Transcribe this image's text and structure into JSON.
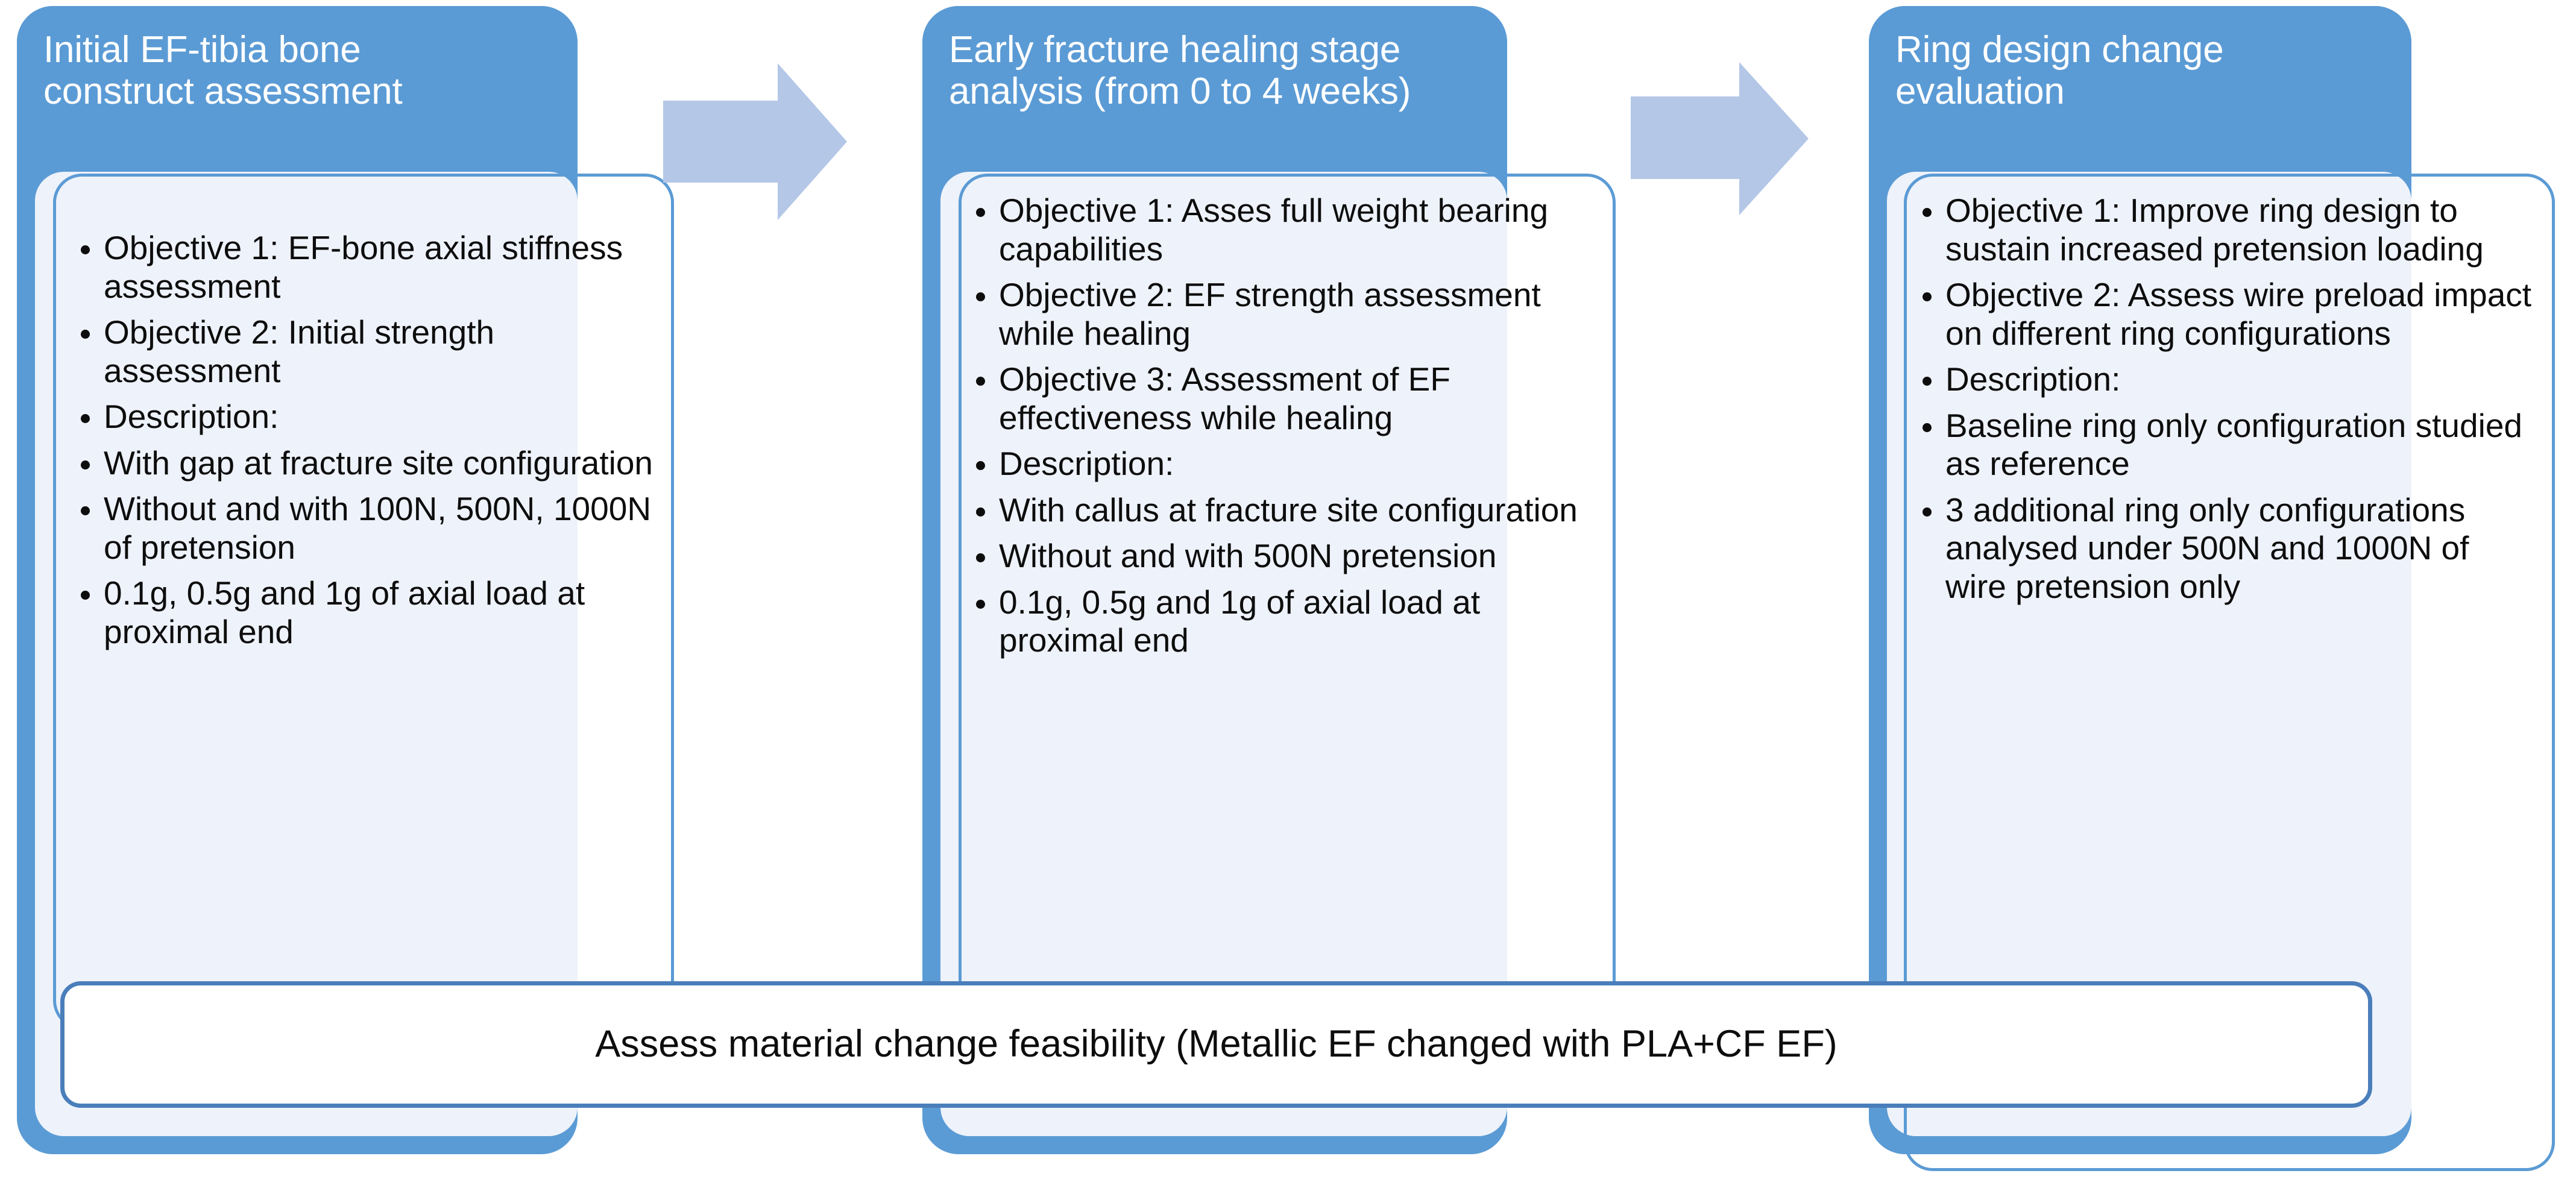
{
  "theme": {
    "header_blue": "#5b9bd5",
    "card_tint": "#eef2fa",
    "card_border": "#5b9bd5",
    "banner_border": "#4a7ebb",
    "arrow_fill": "#b4c7e7",
    "text_color": "#0d0d0d",
    "header_text_color": "#ffffff"
  },
  "columns": [
    {
      "id": "initial-assessment",
      "title": "Initial  EF-tibia bone\nconstruct assessment",
      "bullets": [
        "Objective 1: EF-bone axial stiffness assessment",
        "Objective 2: Initial strength assessment",
        "Description:",
        "With gap at fracture site configuration",
        "Without and with 100N, 500N, 1000N of pretension",
        "0.1g, 0.5g and 1g of axial load at proximal end"
      ]
    },
    {
      "id": "early-healing",
      "title": "Early fracture healing stage\nanalysis (from 0 to 4 weeks)",
      "bullets": [
        "Objective 1: Asses full weight bearing capabilities",
        "Objective 2: EF strength assessment while healing",
        "Objective 3:  Assessment of EF effectiveness while healing",
        "Description:",
        "With callus at fracture site configuration",
        "Without and with 500N pretension",
        "0.1g, 0.5g and 1g of axial load at proximal end"
      ]
    },
    {
      "id": "ring-design",
      "title": "Ring design change\nevaluation",
      "bullets": [
        "Objective 1: Improve ring design to sustain increased pretension loading",
        "Objective 2: Assess wire preload impact on different ring configurations",
        "Description:",
        "Baseline ring only configuration studied as reference",
        "3 additional ring only configurations analysed under  500N and 1000N of wire pretension only"
      ]
    }
  ],
  "arrows": [
    {
      "id": "arrow-1",
      "label": "flow-arrow-right"
    },
    {
      "id": "arrow-2",
      "label": "flow-arrow-right"
    }
  ],
  "banner": {
    "text": "Assess material change feasibility (Metallic EF changed with PLA+CF EF)"
  }
}
